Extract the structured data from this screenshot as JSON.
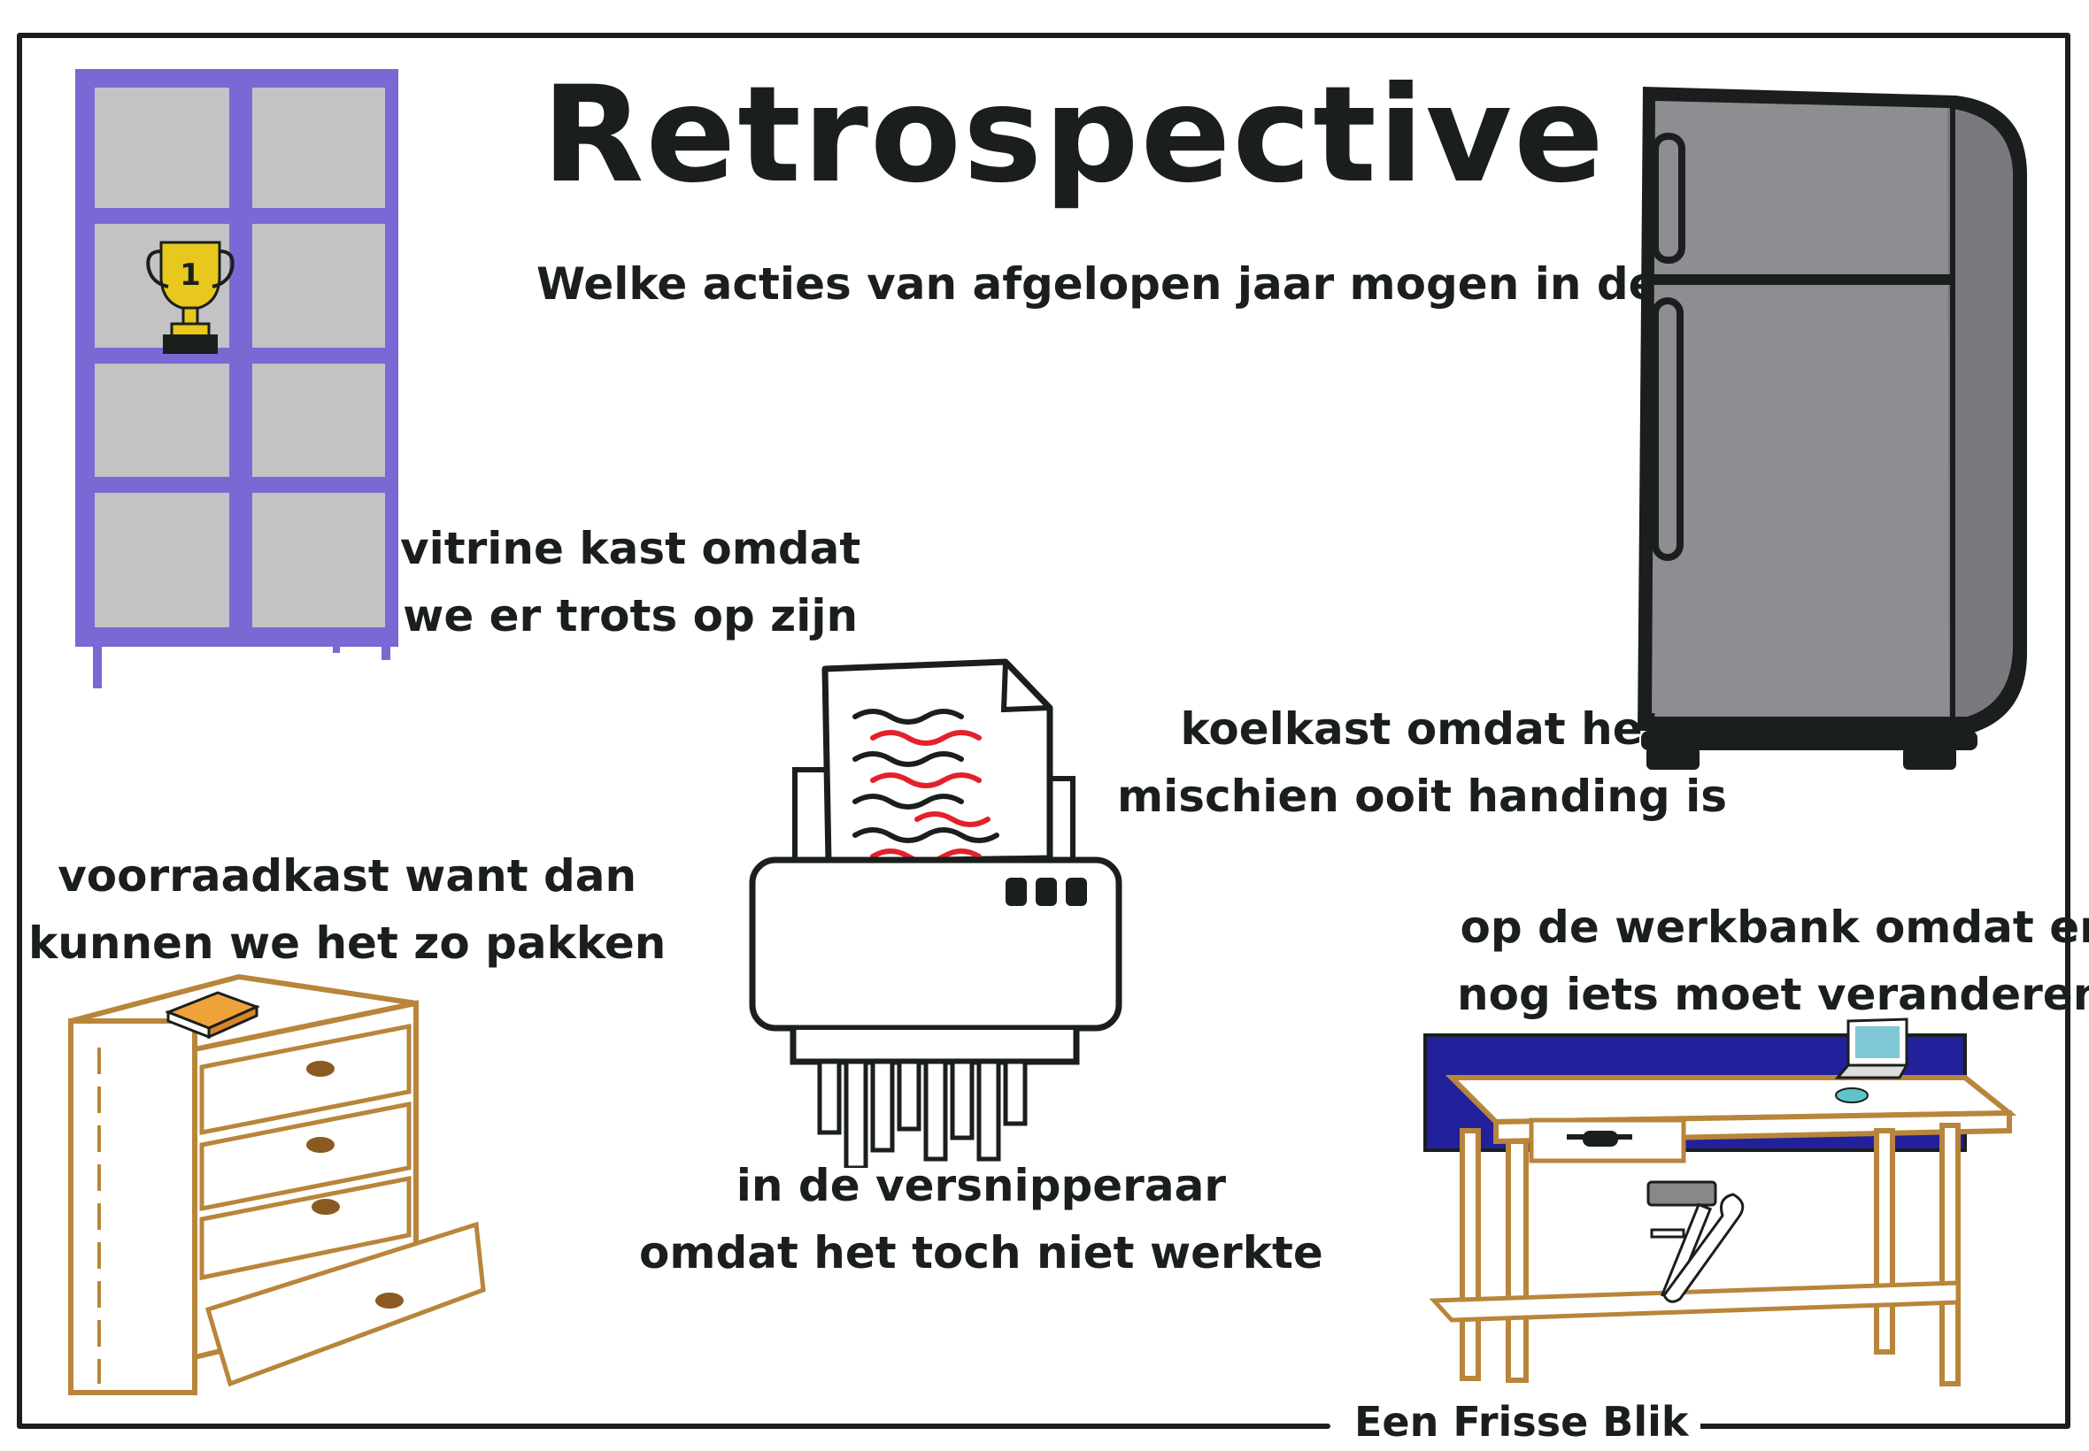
{
  "title": "Retrospective",
  "subtitle": "Welke acties van afgelopen jaar mogen in de;",
  "sections": {
    "vitrine": {
      "line1": "vitrine kast omdat",
      "line2": "we er trots op zijn",
      "trophy_number": "1"
    },
    "koelkast": {
      "line1": "koelkast omdat het",
      "line2": "mischien ooit handing is"
    },
    "voorraadkast": {
      "line1": "voorraadkast want dan",
      "line2": "kunnen we het zo pakken"
    },
    "versnipperaar": {
      "line1": "in de versnipperaar",
      "line2": "omdat het toch niet werkte"
    },
    "werkbank": {
      "line1": "op de werkbank omdat er",
      "line2": "nog iets moet veranderen"
    }
  },
  "footer": "Een Frisse Blik",
  "colors": {
    "ink": "#1a1f1e",
    "cabinet": "#7b68d4",
    "cabinet_glass": "#c3c3c6",
    "fridge": "#8e8d92",
    "trophy": "#e8c81e",
    "wood": "#b8853a",
    "shredder_red": "#e2212b",
    "workbench_blue": "#22209a",
    "book": "#f0a23a"
  },
  "icons": [
    "display-cabinet-icon",
    "trophy-icon",
    "fridge-icon",
    "shredder-icon",
    "dresser-icon",
    "book-icon",
    "workbench-icon",
    "laptop-icon",
    "tools-icon"
  ]
}
